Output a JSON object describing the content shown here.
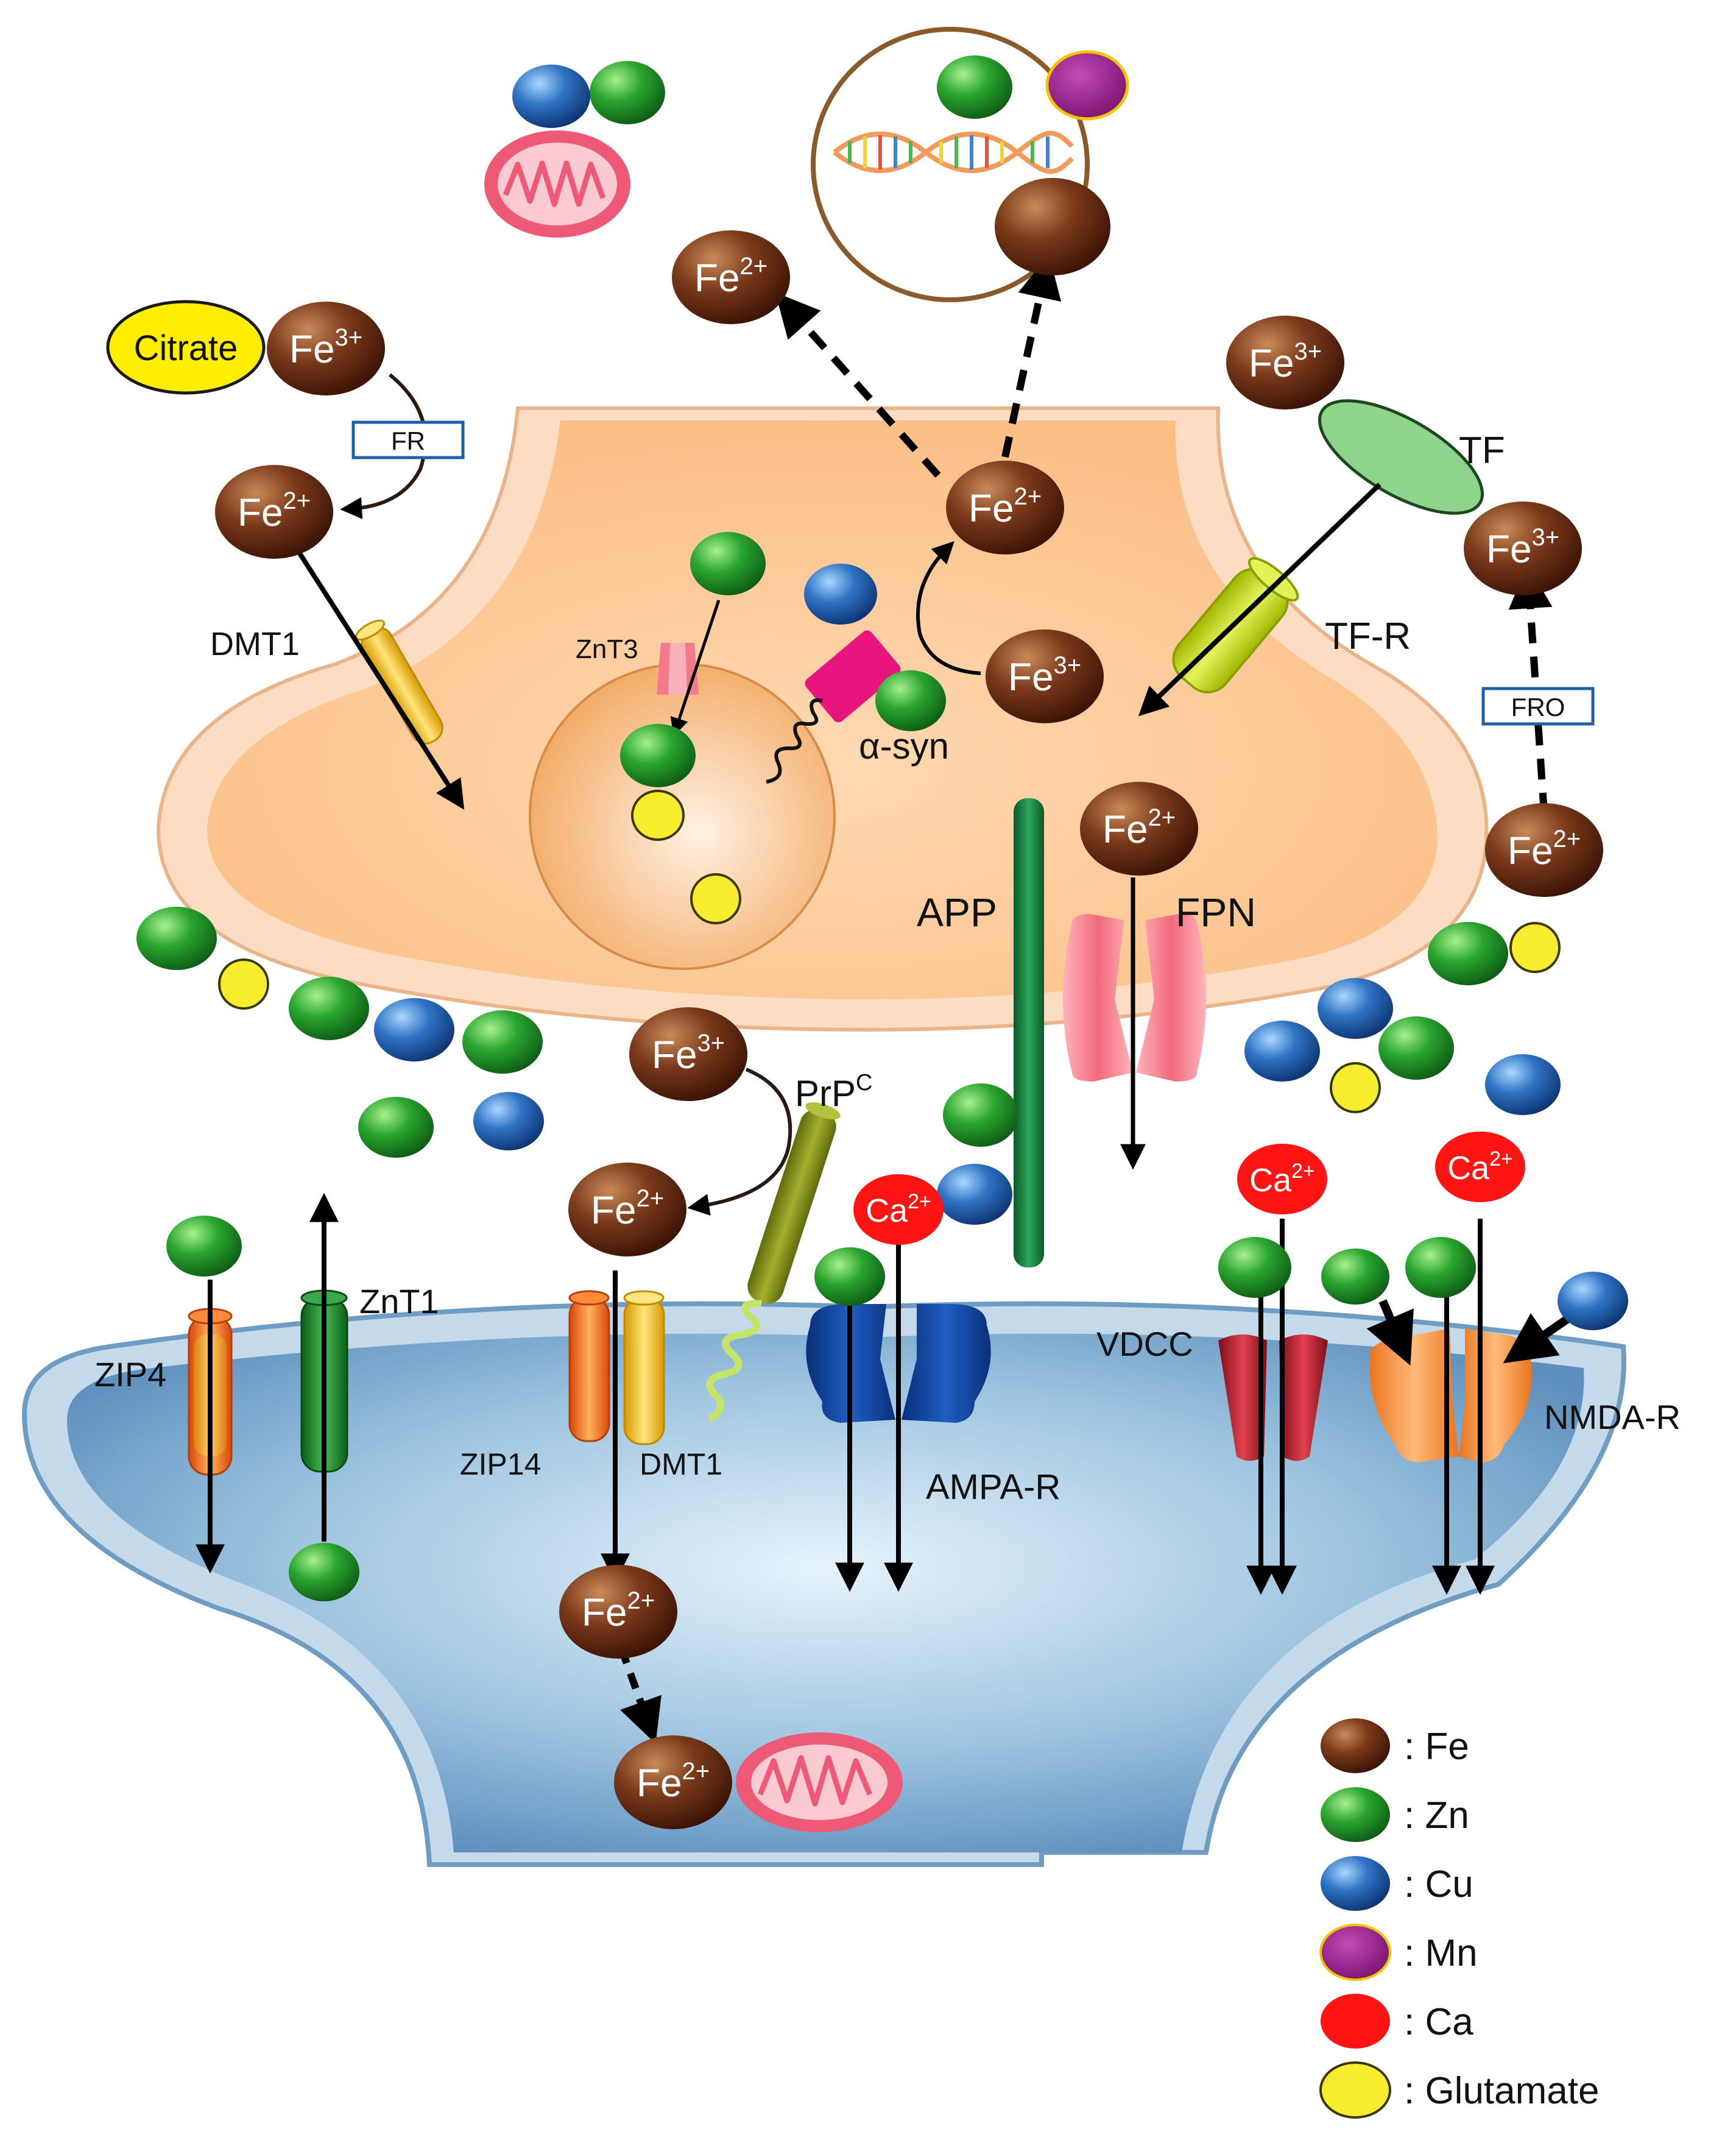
{
  "ions": {
    "fe3_label": "Fe",
    "fe3_sup": "3+",
    "fe2_label": "Fe",
    "fe2_sup": "2+",
    "ca_label": "Ca",
    "ca_sup": "2+"
  },
  "labels": {
    "citrate": "Citrate",
    "fr": "FR",
    "dmt1_pre": "DMT1",
    "znt3": "ZnT3",
    "alpha_syn": "α-syn",
    "tf": "TF",
    "tf_r": "TF-R",
    "fro": "FRO",
    "app": "APP",
    "fpn": "FPN",
    "prpc": "PrP",
    "prpc_sup": "C",
    "zip4": "ZIP4",
    "znt1": "ZnT1",
    "zip14": "ZIP14",
    "dmt1_post": "DMT1",
    "ampa_r": "AMPA-R",
    "vdcc": "VDCC",
    "nmda_r": "NMDA-R"
  },
  "legend": [
    {
      "key": "fe",
      "label": ": Fe",
      "color": "#6b2a12"
    },
    {
      "key": "zn",
      "label": ": Zn",
      "color": "#1e9c2a"
    },
    {
      "key": "cu",
      "label": ": Cu",
      "color": "#1f5fa8"
    },
    {
      "key": "mn",
      "label": ": Mn",
      "color": "#9a1f8c"
    },
    {
      "key": "ca",
      "label": ": Ca",
      "color": "#ff1414"
    },
    {
      "key": "glu",
      "label": ": Glutamate",
      "color": "#f7ec2e"
    }
  ]
}
